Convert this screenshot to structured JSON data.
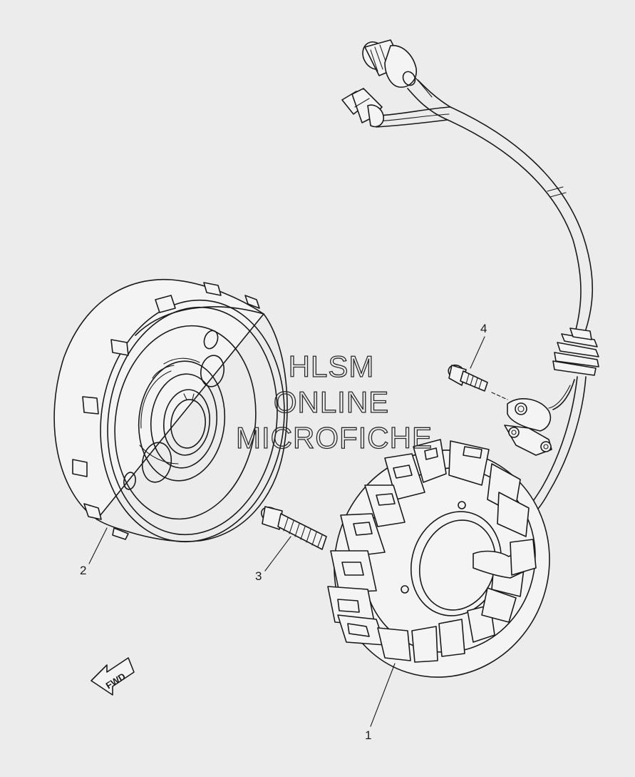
{
  "watermark": {
    "line1": "HLSM",
    "line2": "ONLINE",
    "line3": "MICROFICHE"
  },
  "callouts": [
    {
      "number": "1",
      "part": "stator"
    },
    {
      "number": "2",
      "part": "rotor"
    },
    {
      "number": "3",
      "part": "stator-bolt"
    },
    {
      "number": "4",
      "part": "clamp-bolt"
    }
  ],
  "direction_arrow": {
    "label": "FWD"
  }
}
